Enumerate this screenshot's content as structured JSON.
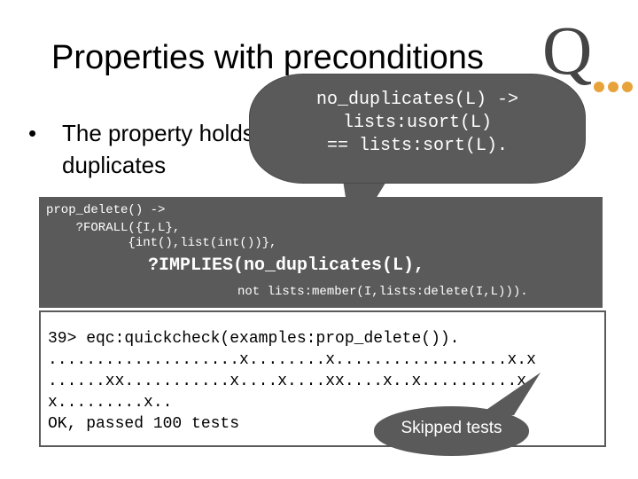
{
  "slide": {
    "title": "Properties with preconditions",
    "bullet_line1": "The property holds for lists without",
    "bullet_line2": "duplicates",
    "bullet_symbol": "•"
  },
  "logo": {
    "letter": "Q",
    "dot_color": "#e8a23a"
  },
  "callout": {
    "line1": "no_duplicates(L) ->",
    "line2": "lists:usort(L)",
    "line3": "== lists:sort(L)."
  },
  "code": {
    "line1": "prop_delete() ->",
    "line2": "    ?FORALL({I,L},",
    "line3": "           {int(),list(int())},",
    "line4": "?IMPLIES(no_duplicates(L),",
    "line5": "not lists:member(I,lists:delete(I,L)))."
  },
  "shell": {
    "line1": "39> eqc:quickcheck(examples:prop_delete()).",
    "line2": "....................x........x..................x.x",
    "line3": "......xx...........x....x....xx....x..x..........x.",
    "line4": "x.........x..",
    "line5": "OK, passed 100 tests"
  },
  "skip_callout": {
    "label": "Skipped tests"
  },
  "colors": {
    "callout_bg": "#5a5a5a",
    "text_white": "#ffffff"
  }
}
